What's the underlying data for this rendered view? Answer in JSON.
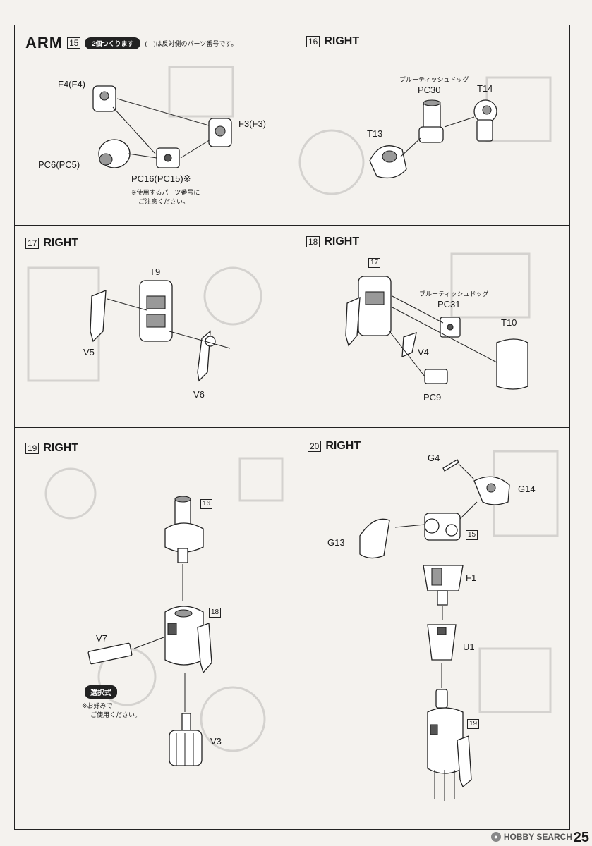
{
  "header": {
    "title": "ARM",
    "step": "15",
    "pill": "2個つくります",
    "note": "(　)は反対側のパーツ番号です。"
  },
  "steps": {
    "s15": {
      "labels": [
        "F4(F4)",
        "F3(F3)",
        "PC6(PC5)",
        "PC16(PC15)※"
      ],
      "note_line1": "※使用するパーツ番号に",
      "note_line2": "ご注意ください。"
    },
    "s16": {
      "num": "16",
      "side": "RIGHT",
      "labels": [
        "PC30",
        "T14",
        "T13"
      ],
      "small": "ブルーティッシュドッグ"
    },
    "s17": {
      "num": "17",
      "side": "RIGHT",
      "labels": [
        "T9",
        "V5",
        "V6"
      ]
    },
    "s18": {
      "num": "18",
      "side": "RIGHT",
      "ref": "17",
      "labels": [
        "PC31",
        "T10",
        "V4",
        "PC9"
      ],
      "small": "ブルーティッシュドッグ"
    },
    "s19": {
      "num": "19",
      "side": "RIGHT",
      "refs": [
        "16",
        "18"
      ],
      "labels": [
        "V7",
        "V3"
      ],
      "option": "選択式",
      "opt_line1": "※お好みで",
      "opt_line2": "ご使用ください。"
    },
    "s20": {
      "num": "20",
      "side": "RIGHT",
      "refs": [
        "15",
        "19"
      ],
      "labels": [
        "G4",
        "G14",
        "G13",
        "F1",
        "U1"
      ]
    }
  },
  "footer": {
    "watermark": "HOBBY SEARCH",
    "page": "25"
  }
}
